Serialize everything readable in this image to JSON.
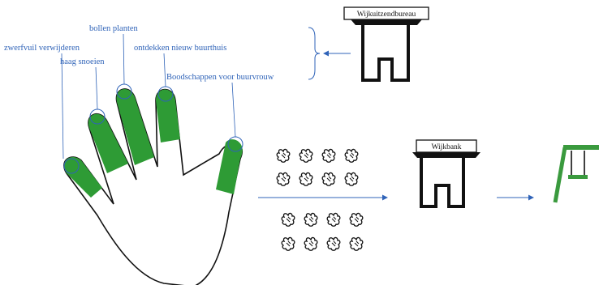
{
  "labels": {
    "bollen_planten": "bollen planten",
    "zwerfvuil": "zwerfvuil verwijderen",
    "heg_snoeien": "haag snoeien",
    "ontdekken": "ontdekken nieuw buurthuis",
    "boodschappen": "Boodschappen voor buurvrouw"
  },
  "buildings": {
    "top": "Wijkuitzendbureau",
    "middle": "Wijkbank"
  },
  "colors": {
    "accent_blue": "#2f63b8",
    "finger_green": "#2e9b35",
    "outline": "#111111",
    "swing_green": "#3a9a3e"
  },
  "icons": {
    "hand_count_group_1": 8,
    "hand_count_group_2": 8
  }
}
